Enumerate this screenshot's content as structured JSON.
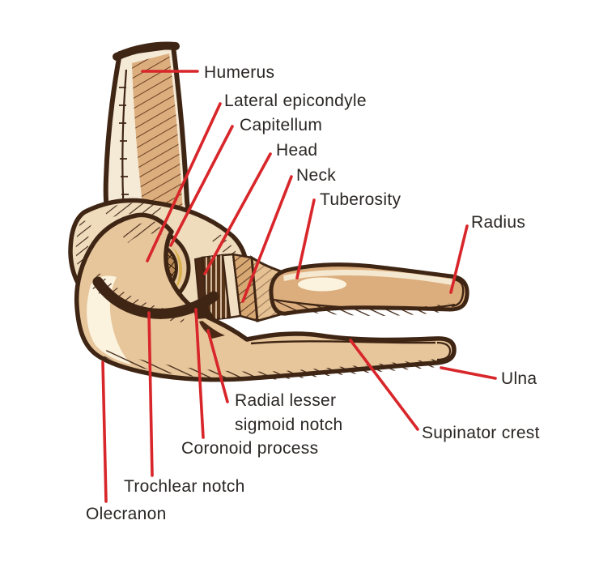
{
  "figure": {
    "type": "anatomical line diagram",
    "subject": "Bones of the elbow joint (humerus, radius, ulna) with labeled anatomical landmarks"
  },
  "labels": {
    "humerus": "Humerus",
    "lateral_epicondyle": "Lateral epicondyle",
    "capitellum": "Capitellum",
    "head": "Head",
    "neck": "Neck",
    "tuberosity": "Tuberosity",
    "radius": "Radius",
    "ulna": "Ulna",
    "supinator_crest": "Supinator crest",
    "radial_lesser_sigmoid_notch": "Radial lesser\nsigmoid notch",
    "coronoid_process": "Coronoid process",
    "trochlear_notch": "Trochlear notch",
    "olecranon": "Olecranon"
  },
  "colors": {
    "leader_red": "#d8262a",
    "label_text": "#2a2624",
    "bone_outline": "#3f2514",
    "bone_cream": "#f5ead6",
    "bone_tan": "#dcae7e",
    "bone_mid": "#e7c69c",
    "bone_blob": "#efdcbd",
    "bone_dark": "#4a2a16",
    "highlight": "#fbf3de",
    "gold_accent": "#d9af4b",
    "background": "#ffffff"
  }
}
